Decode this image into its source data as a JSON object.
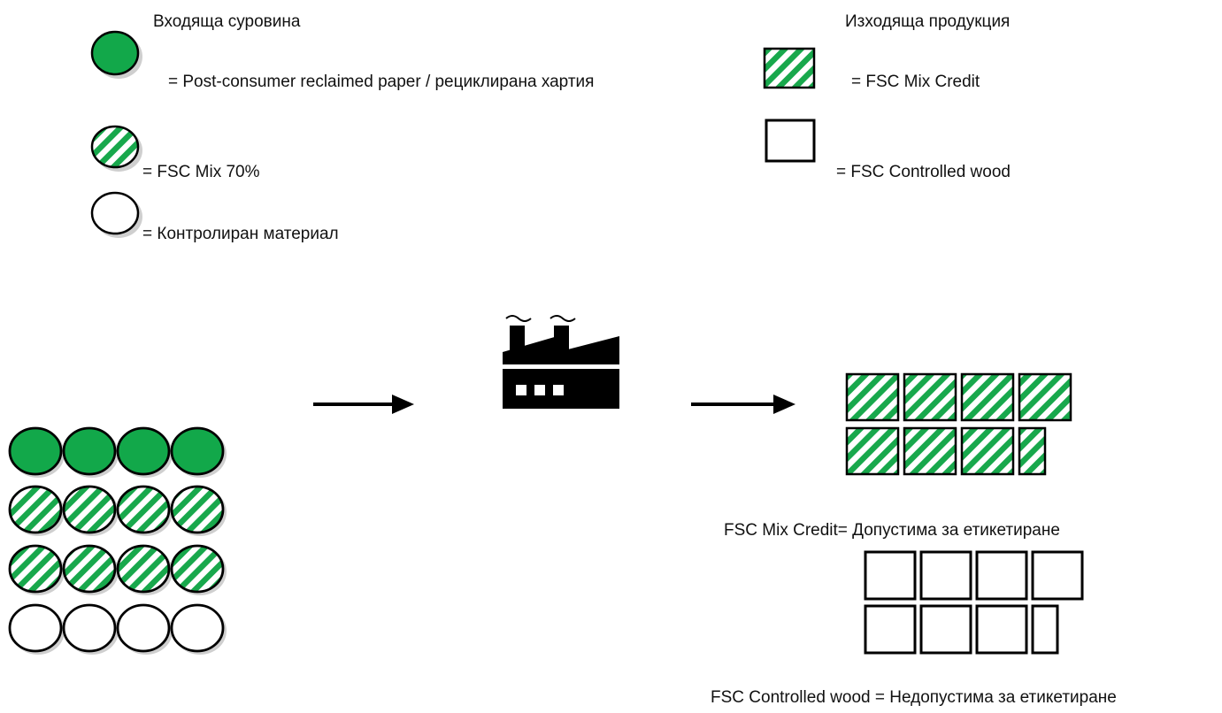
{
  "colors": {
    "green_fill": "#12a84a",
    "stripe_green": "#18a84c",
    "outline": "#000000",
    "shadow": "#cfcfcf",
    "background": "#ffffff"
  },
  "input_legend": {
    "title": "Входяща суровина",
    "items": [
      {
        "kind": "solid-green-circle",
        "text": "= Post-consumer reclaimed paper / рециклирана хартия"
      },
      {
        "kind": "striped-green-circle",
        "text": "= FSC Mix 70%"
      },
      {
        "kind": "white-circle",
        "text": "= Контролиран материал"
      }
    ]
  },
  "output_legend": {
    "title": "Изходяща продукция",
    "items": [
      {
        "kind": "striped-green-square",
        "text": "= FSC Mix Credit"
      },
      {
        "kind": "white-square",
        "text": "= FSC Controlled wood"
      }
    ]
  },
  "input_grid": {
    "rows": [
      [
        "solid",
        "solid",
        "solid",
        "solid"
      ],
      [
        "striped",
        "striped",
        "striped",
        "striped"
      ],
      [
        "striped",
        "striped",
        "striped",
        "striped"
      ],
      [
        "white",
        "white",
        "white",
        "white"
      ]
    ]
  },
  "process": {
    "icon": "factory-icon",
    "arrows": [
      "arrow-right-icon",
      "arrow-right-icon"
    ]
  },
  "output_credit": {
    "full_units": 7,
    "partial_fraction": 0.5,
    "caption": "FSC Mix Credit= Допустима за етикетиране"
  },
  "output_controlled": {
    "full_units": 7,
    "partial_fraction": 0.5,
    "caption": "FSC Controlled wood = Недопустима за етикетиране"
  }
}
